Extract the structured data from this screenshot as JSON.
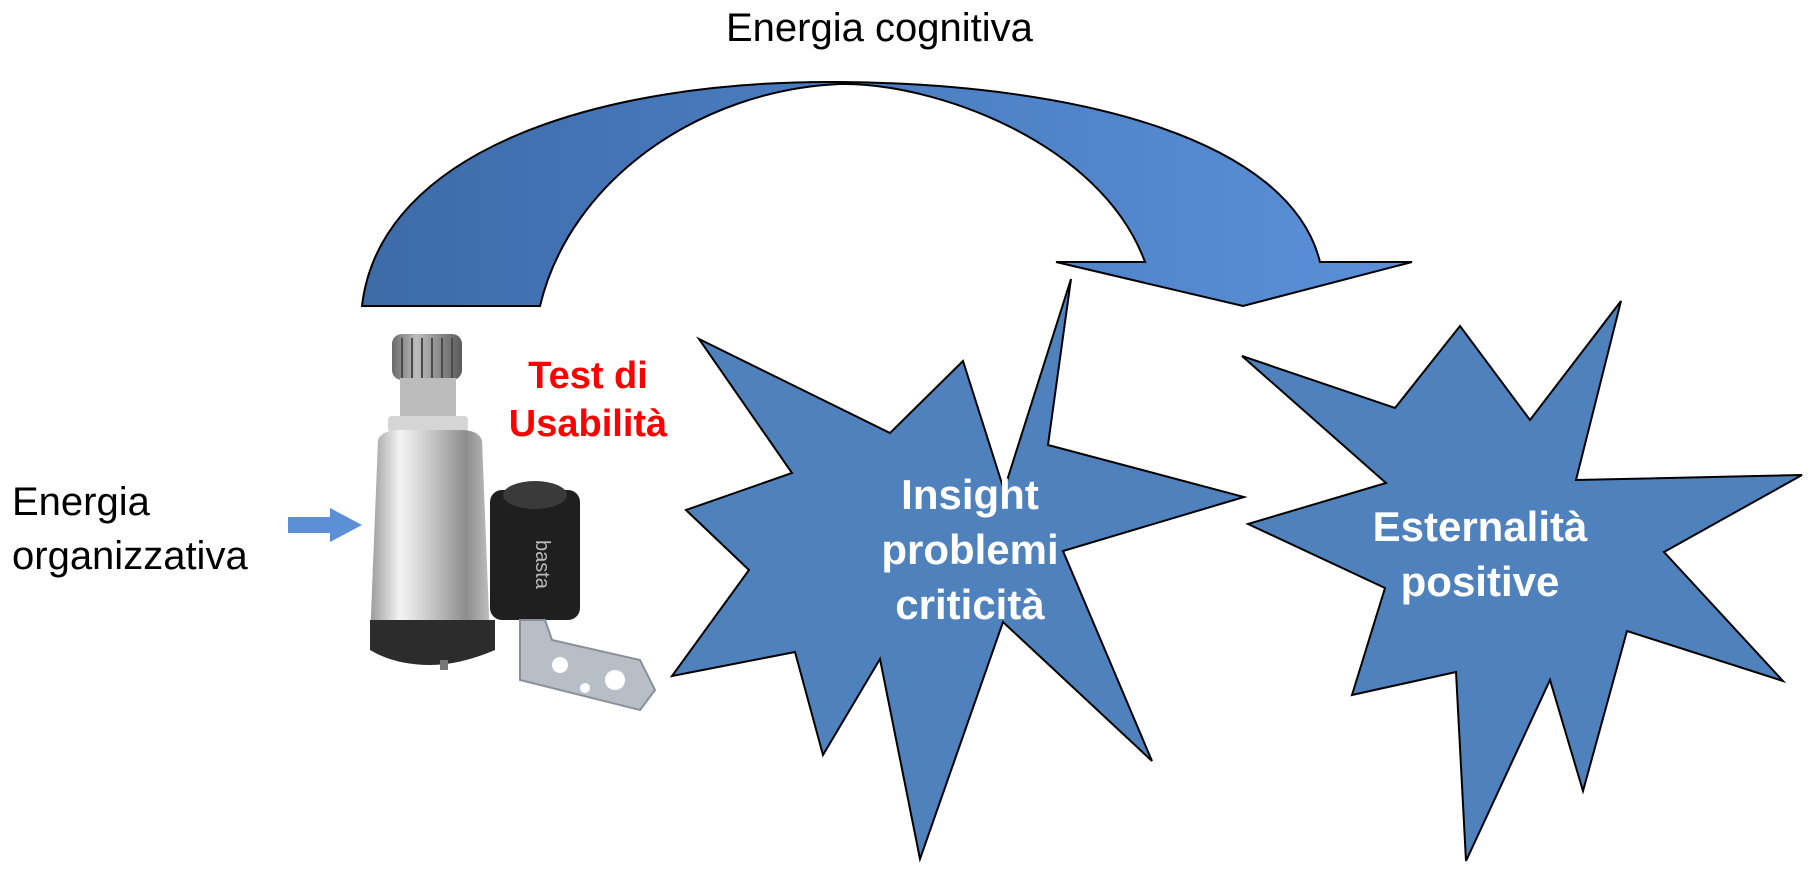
{
  "diagram": {
    "top_label": "Energia cognitiva",
    "left_label_line1": "Energia",
    "left_label_line2": "organizzativa",
    "device_label_line1": "Test di",
    "device_label_line2": "Usabilità",
    "device_brand": "basta",
    "burst1_line1": "Insight",
    "burst1_line2": "problemi",
    "burst1_line3": "criticità",
    "burst2_line1": "Esternalità",
    "burst2_line2": "positive"
  },
  "colors": {
    "shape_blue": "#4f81bd",
    "arrow_dark": "#3d6ba8",
    "arrow_light": "#5b8fd6",
    "outline": "#000000",
    "test_label_red": "#ff0000"
  }
}
